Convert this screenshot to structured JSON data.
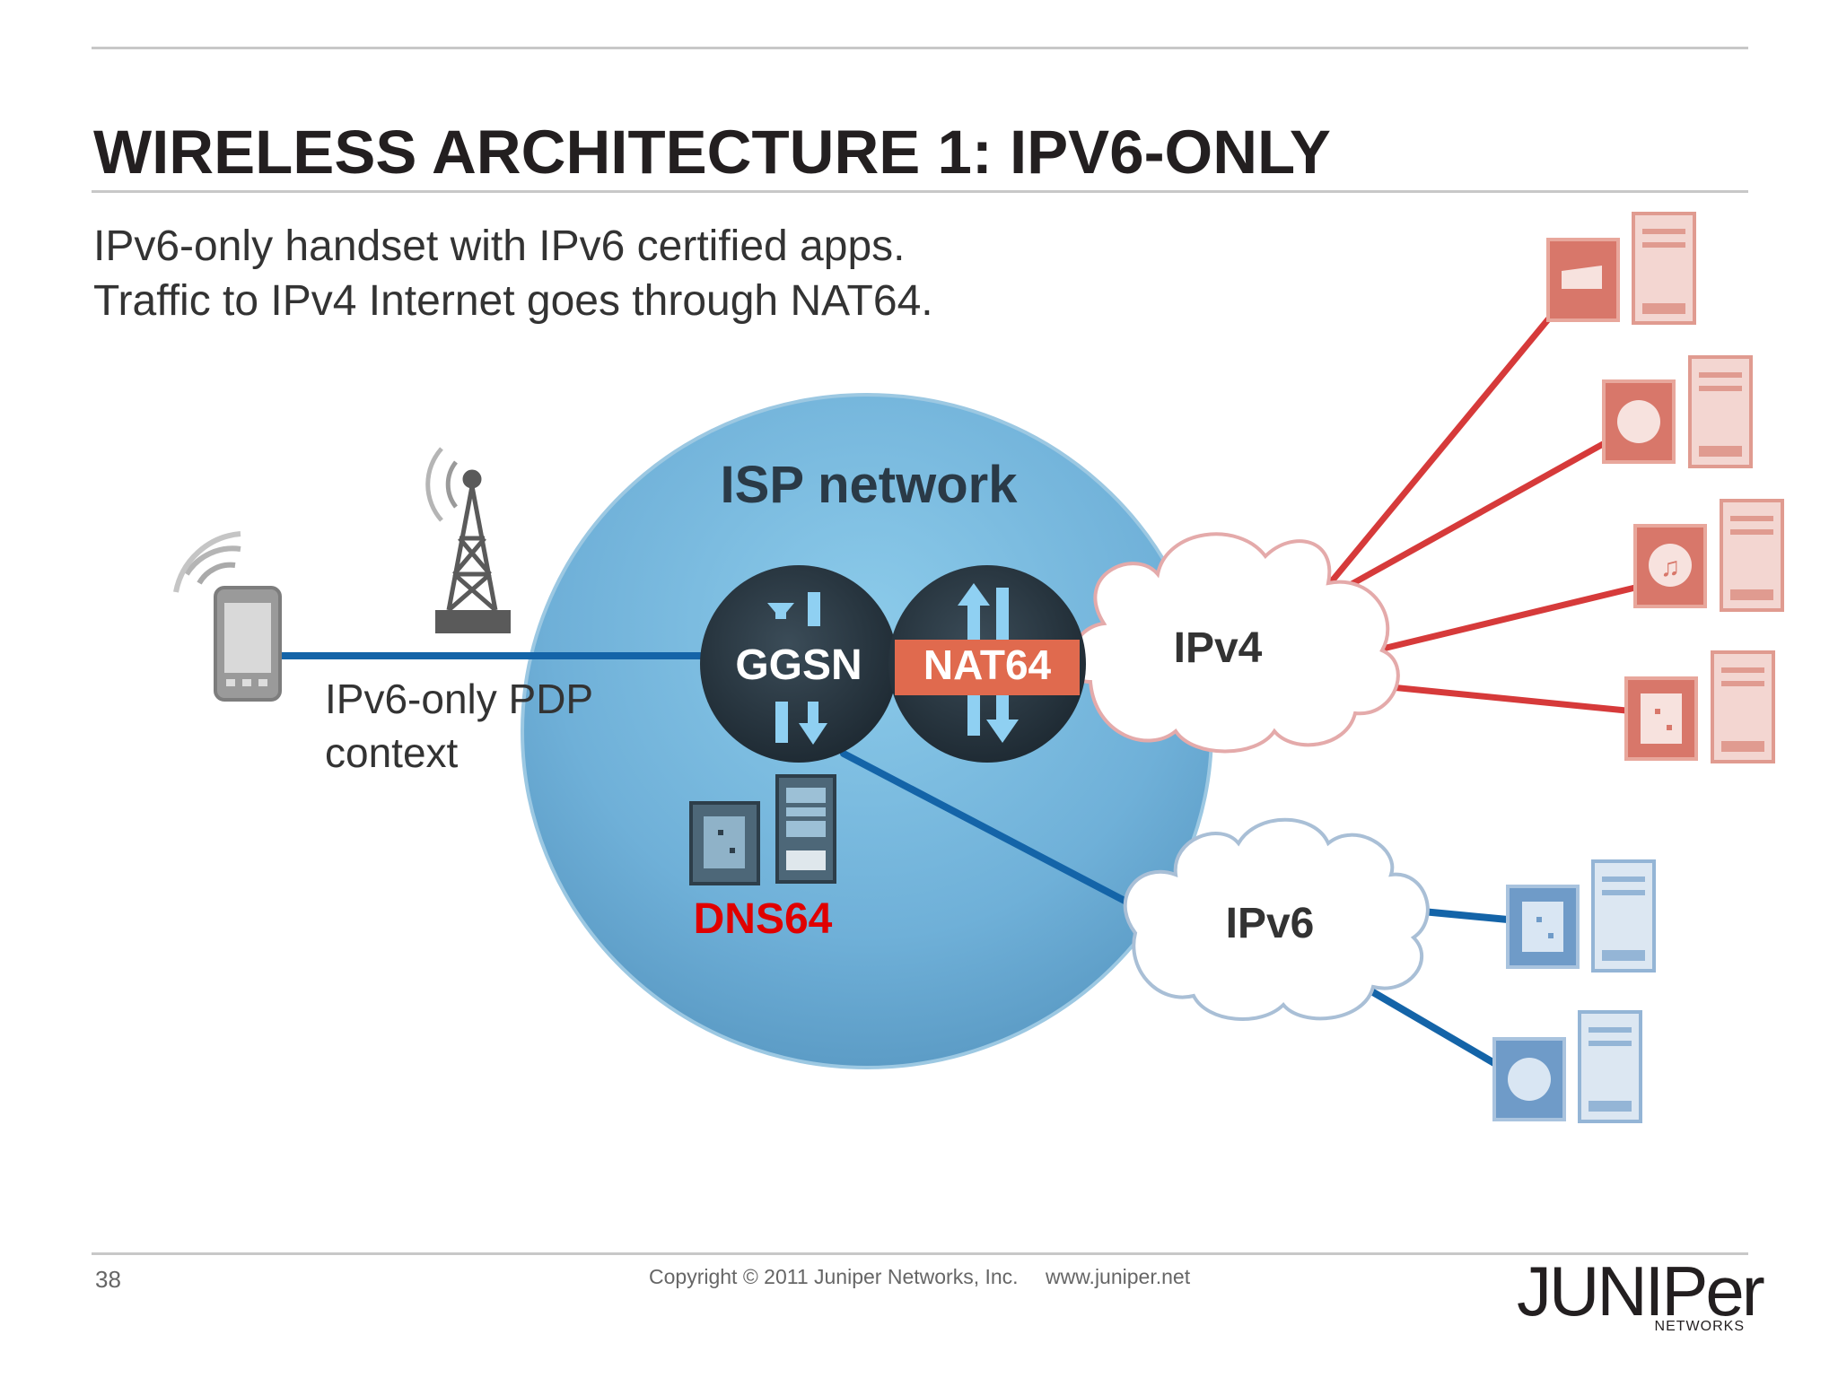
{
  "slide": {
    "title": "WIRELESS ARCHITECTURE 1: IPV6-ONLY",
    "subtitle_lines": [
      "IPv6-only handset with IPv6 certified apps.",
      "Traffic to IPv4 Internet goes through NAT64."
    ]
  },
  "diagram": {
    "isp_label": "ISP network",
    "ggsn_label": "GGSN",
    "nat64_label": "NAT64",
    "dns64_label": "DNS64",
    "pdp_label_line1": "IPv6-only PDP",
    "pdp_label_line2": "context",
    "ipv4_cloud_label": "IPv4",
    "ipv6_cloud_label": "IPv6",
    "icons": {
      "handset": "mobile-phone-icon",
      "tower": "cell-tower-icon",
      "ipv4_servers": [
        "video-server-icon",
        "web-server-icon",
        "music-server-icon",
        "app-server-icon"
      ],
      "ipv6_servers": [
        "app-server-icon",
        "web-server-icon"
      ],
      "dns_server": "dns-server-icon"
    },
    "colors": {
      "isp_circle": "#6fb3dc",
      "router": "#2b3a45",
      "nat64_badge": "#e06a4e",
      "dns64_text": "#e00000",
      "ipv6_link": "#1464a8",
      "ipv4_link": "#d63a3a",
      "ipv4_server": "#d8776a",
      "ipv6_server": "#6f9bc8"
    }
  },
  "footer": {
    "page_number": "38",
    "copyright": "Copyright © 2011 Juniper Networks, Inc.",
    "website": "www.juniper.net",
    "logo_word": "JUNIPer",
    "logo_sub": "NETWORKS"
  }
}
